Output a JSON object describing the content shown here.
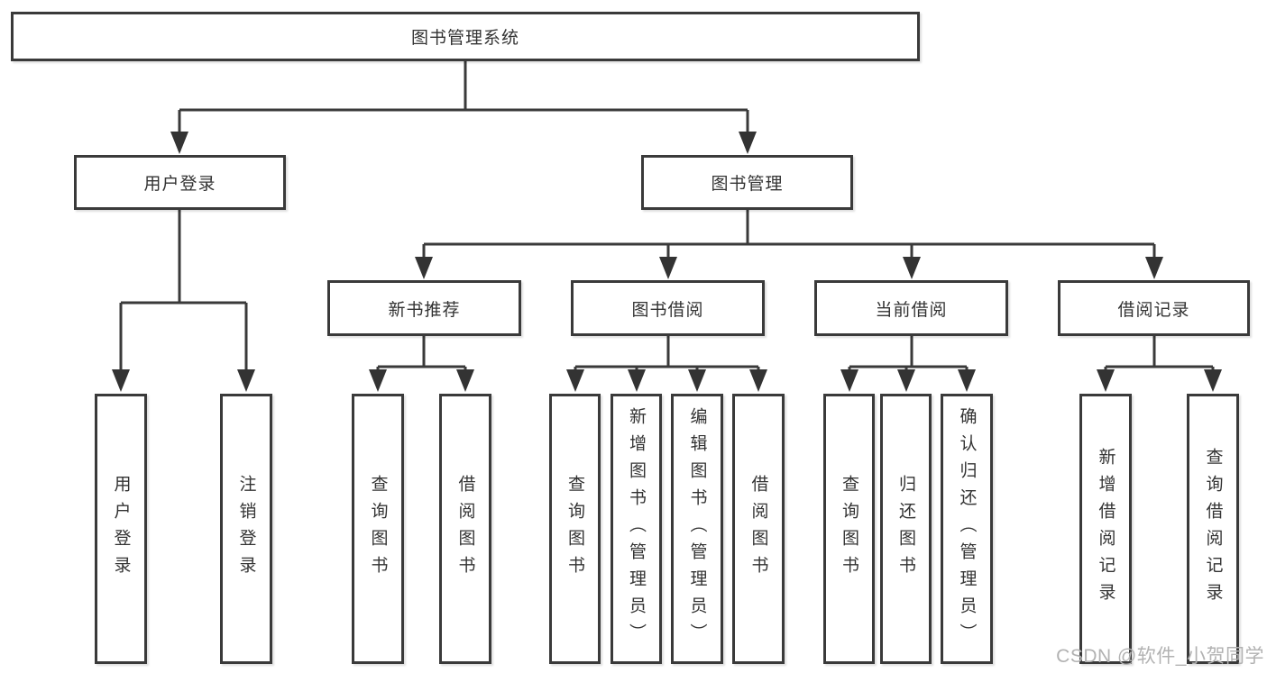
{
  "diagram": {
    "root": {
      "label": "图书管理系统"
    },
    "branches": [
      {
        "label": "用户登录",
        "children": [
          {
            "label": "用户登录"
          },
          {
            "label": "注销登录"
          }
        ]
      },
      {
        "label": "图书管理",
        "children": [
          {
            "label": "新书推荐",
            "children": [
              {
                "label": "查询图书"
              },
              {
                "label": "借阅图书"
              }
            ]
          },
          {
            "label": "图书借阅",
            "children": [
              {
                "label": "查询图书"
              },
              {
                "label": "新增图书（管理员）"
              },
              {
                "label": "编辑图书（管理员）"
              },
              {
                "label": "借阅图书"
              }
            ]
          },
          {
            "label": "当前借阅",
            "children": [
              {
                "label": "查询图书"
              },
              {
                "label": "归还图书"
              },
              {
                "label": "确认归还（管理员）"
              }
            ]
          },
          {
            "label": "借阅记录",
            "children": [
              {
                "label": "新增借阅记录"
              },
              {
                "label": "查询借阅记录"
              }
            ]
          }
        ]
      }
    ]
  },
  "watermark": {
    "text": "CSDN @软件_小贺同学",
    "color": "#b2b2b2"
  },
  "colors": {
    "line": "#3a3a3a",
    "box_border": "#3a3a3a",
    "text": "#333333",
    "background": "#ffffff"
  }
}
